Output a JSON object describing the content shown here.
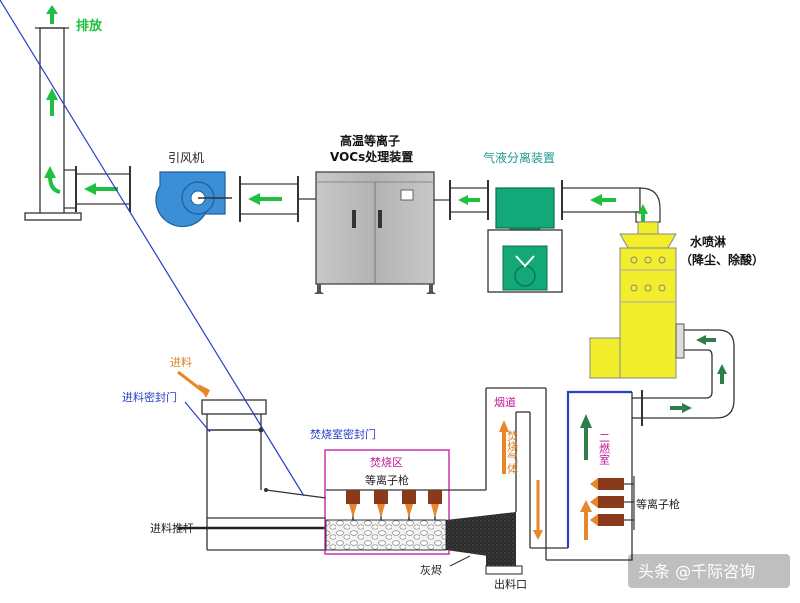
{
  "labels": {
    "exhaust": "排放",
    "fan": "引风机",
    "plasma_device_line1": "高温等离子",
    "plasma_device_line2": "VOCs处理装置",
    "gas_liquid_separator": "气液分离装置",
    "water_spray_line1": "水喷淋",
    "water_spray_line2": "（降尘、除酸）",
    "feed": "进料",
    "feed_seal_door": "进料密封门",
    "incineration_seal_door": "焚烧室密封门",
    "incineration_zone": "焚烧区",
    "plasma_torch_1": "等离子枪",
    "plasma_torch_2": "等离子枪",
    "feed_push_rod": "进料推杆",
    "ash": "灰烬",
    "discharge_port": "出料口",
    "flue": "烟道",
    "burn_gas": "焚烧气体",
    "secondary_chamber": "二燃室"
  },
  "watermark": "头条 @千际咨询",
  "colors": {
    "arrow_green": "#1fbf3f",
    "arrow_dark_green": "#2e7d4a",
    "separator_green": "#12a878",
    "spray_yellow": "#f2ee2c",
    "device_gray": "#bdbdbd",
    "fan_blue": "#3b8fd6",
    "flame_orange": "#e8862a",
    "magenta": "#c0189a",
    "secondary_blue": "#2a3ec8",
    "ash_dark": "#2b2b2b"
  }
}
